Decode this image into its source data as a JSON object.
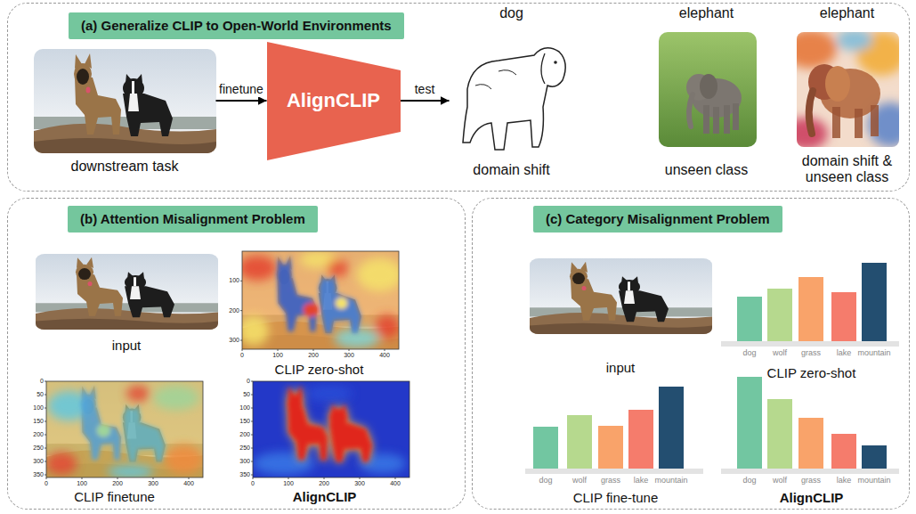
{
  "diagram": {
    "nodes": [
      {
        "text": [
          "(a) Generalize CLIP to Open-World Environments"
        ]
      },
      {
        "text": [
          "downstream task"
        ],
        "in": 0
      },
      {
        "text": [
          "AlignCLIP"
        ],
        "in": 0
      },
      {
        "text": [
          "dog",
          "domain shift"
        ],
        "in": 0
      },
      {
        "text": [
          "elephant",
          "unseen class"
        ],
        "in": 0
      },
      {
        "text": [
          "elephant",
          "domain shift & unseen class"
        ],
        "in": 0
      },
      {
        "text": [
          "(b) Attention Misalignment Problem"
        ]
      },
      {
        "text": [
          "input"
        ],
        "in": 6
      },
      {
        "text": [
          "CLIP zero-shot"
        ],
        "in": 6
      },
      {
        "text": [
          "CLIP finetune"
        ],
        "in": 6
      },
      {
        "text": [
          "AlignCLIP"
        ],
        "in": 6
      },
      {
        "text": [
          "(c) Category Misalignment Problem"
        ]
      },
      {
        "text": [
          "input"
        ],
        "in": 11
      },
      {
        "text": [
          "CLIP zero-shot"
        ],
        "in": 11
      },
      {
        "text": [
          "CLIP fine-tune"
        ],
        "in": 11
      },
      {
        "text": [
          "AlignCLIP"
        ],
        "in": 11
      }
    ],
    "edges": [
      {
        "from": 1,
        "to": 2,
        "label": "finetune",
        "arrow": "to"
      },
      {
        "from": 2,
        "to": 3,
        "label": "test",
        "arrow": "to"
      }
    ],
    "labels": [
      "100",
      "200",
      "300",
      "0",
      "100",
      "200",
      "300",
      "400",
      "0",
      "50",
      "100",
      "150",
      "200",
      "250",
      "300",
      "350",
      "0",
      "100",
      "200",
      "300",
      "400",
      "0",
      "50",
      "100",
      "150",
      "200",
      "250",
      "300",
      "350",
      "0",
      "100",
      "200",
      "300",
      "400",
      "dog",
      "wolf",
      "grass",
      "lake",
      "mountain",
      "dog",
      "wolf",
      "grass",
      "lake",
      "mountain",
      "dog",
      "wolf",
      "grass",
      "lake",
      "mountain"
    ]
  }
}
